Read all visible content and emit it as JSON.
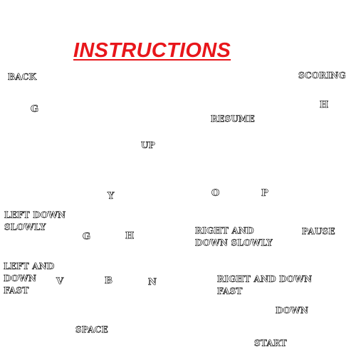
{
  "title": "INSTRUCTIONS",
  "colors": {
    "title": "#e8161b",
    "background": "#ffffff",
    "text_fill": "#ffffff",
    "text_outline": "#000000"
  },
  "nav": {
    "back": "BACK",
    "scoring": "SCORING",
    "resume": "RESUME",
    "pause": "PAUSE",
    "start": "START"
  },
  "controls": {
    "up": {
      "action": "UP",
      "key": "UP"
    },
    "left_down_slowly": {
      "action": "LEFT DOWN\nSLOWLY",
      "key": "G"
    },
    "right_down_slowly": {
      "action": "RIGHT AND\nDOWN SLOWLY",
      "key": "H"
    },
    "left_down_fast": {
      "action": "LEFT AND\nDOWN\nFAST",
      "key": "V"
    },
    "right_down_fast": {
      "action": "RIGHT AND DOWN\nFAST"
    },
    "down": {
      "action": "DOWN",
      "key": "SPACE"
    }
  },
  "keys": {
    "g_top": "G",
    "h_top": "H",
    "y": "Y",
    "o": "O",
    "p": "P",
    "g_mid": "G",
    "h_mid": "H",
    "v": "V",
    "b": "B",
    "n": "N"
  }
}
